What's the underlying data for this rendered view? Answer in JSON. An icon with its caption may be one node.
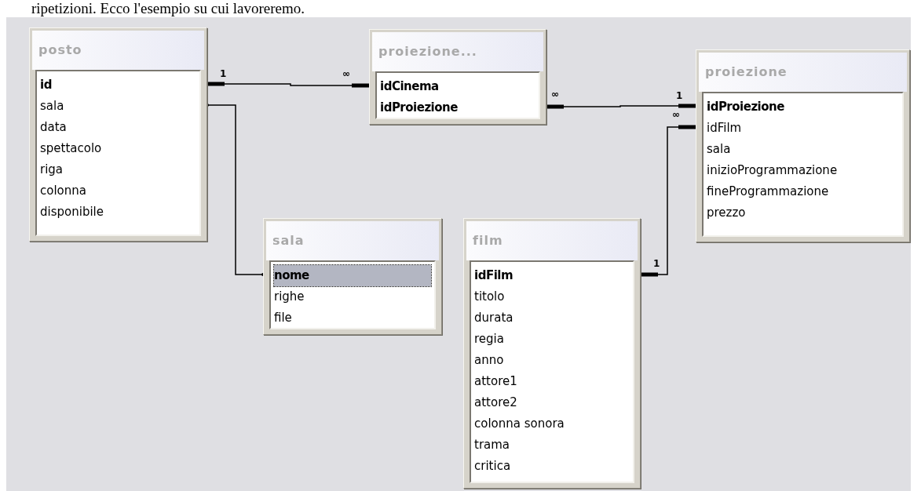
{
  "diagram": {
    "nodes": [
      {
        "text": [
          "posto",
          "id",
          "sala",
          "data",
          "spettacolo",
          "riga",
          "colonna",
          "disponibile"
        ]
      },
      {
        "text": [
          "proiezione...",
          "idCinema",
          "idProiezione"
        ]
      },
      {
        "text": [
          "proiezione",
          "idProiezione",
          "idFilm",
          "sala",
          "inizioProgrammazione",
          "fineProgrammazione",
          "prezzo"
        ]
      },
      {
        "text": [
          "sala",
          "nome",
          "righe",
          "file"
        ]
      },
      {
        "text": [
          "film",
          "idFilm",
          "titolo",
          "durata",
          "regia",
          "anno",
          "attore1",
          "attore2",
          "colonna sonora",
          "trama",
          "critica"
        ]
      }
    ],
    "edges": [
      {
        "from": 0,
        "to": 1,
        "arrow": "other"
      },
      {
        "from": 1,
        "to": 2,
        "arrow": "other"
      },
      {
        "from": 0,
        "to": 3,
        "arrow": "other"
      },
      {
        "from": 4,
        "to": 2,
        "arrow": "other"
      }
    ],
    "labels": [
      "ripetizioni. Ecco l'esempio su cui lavoreremo.",
      "1",
      "∞",
      "∞",
      "1",
      "∞",
      "1"
    ]
  }
}
